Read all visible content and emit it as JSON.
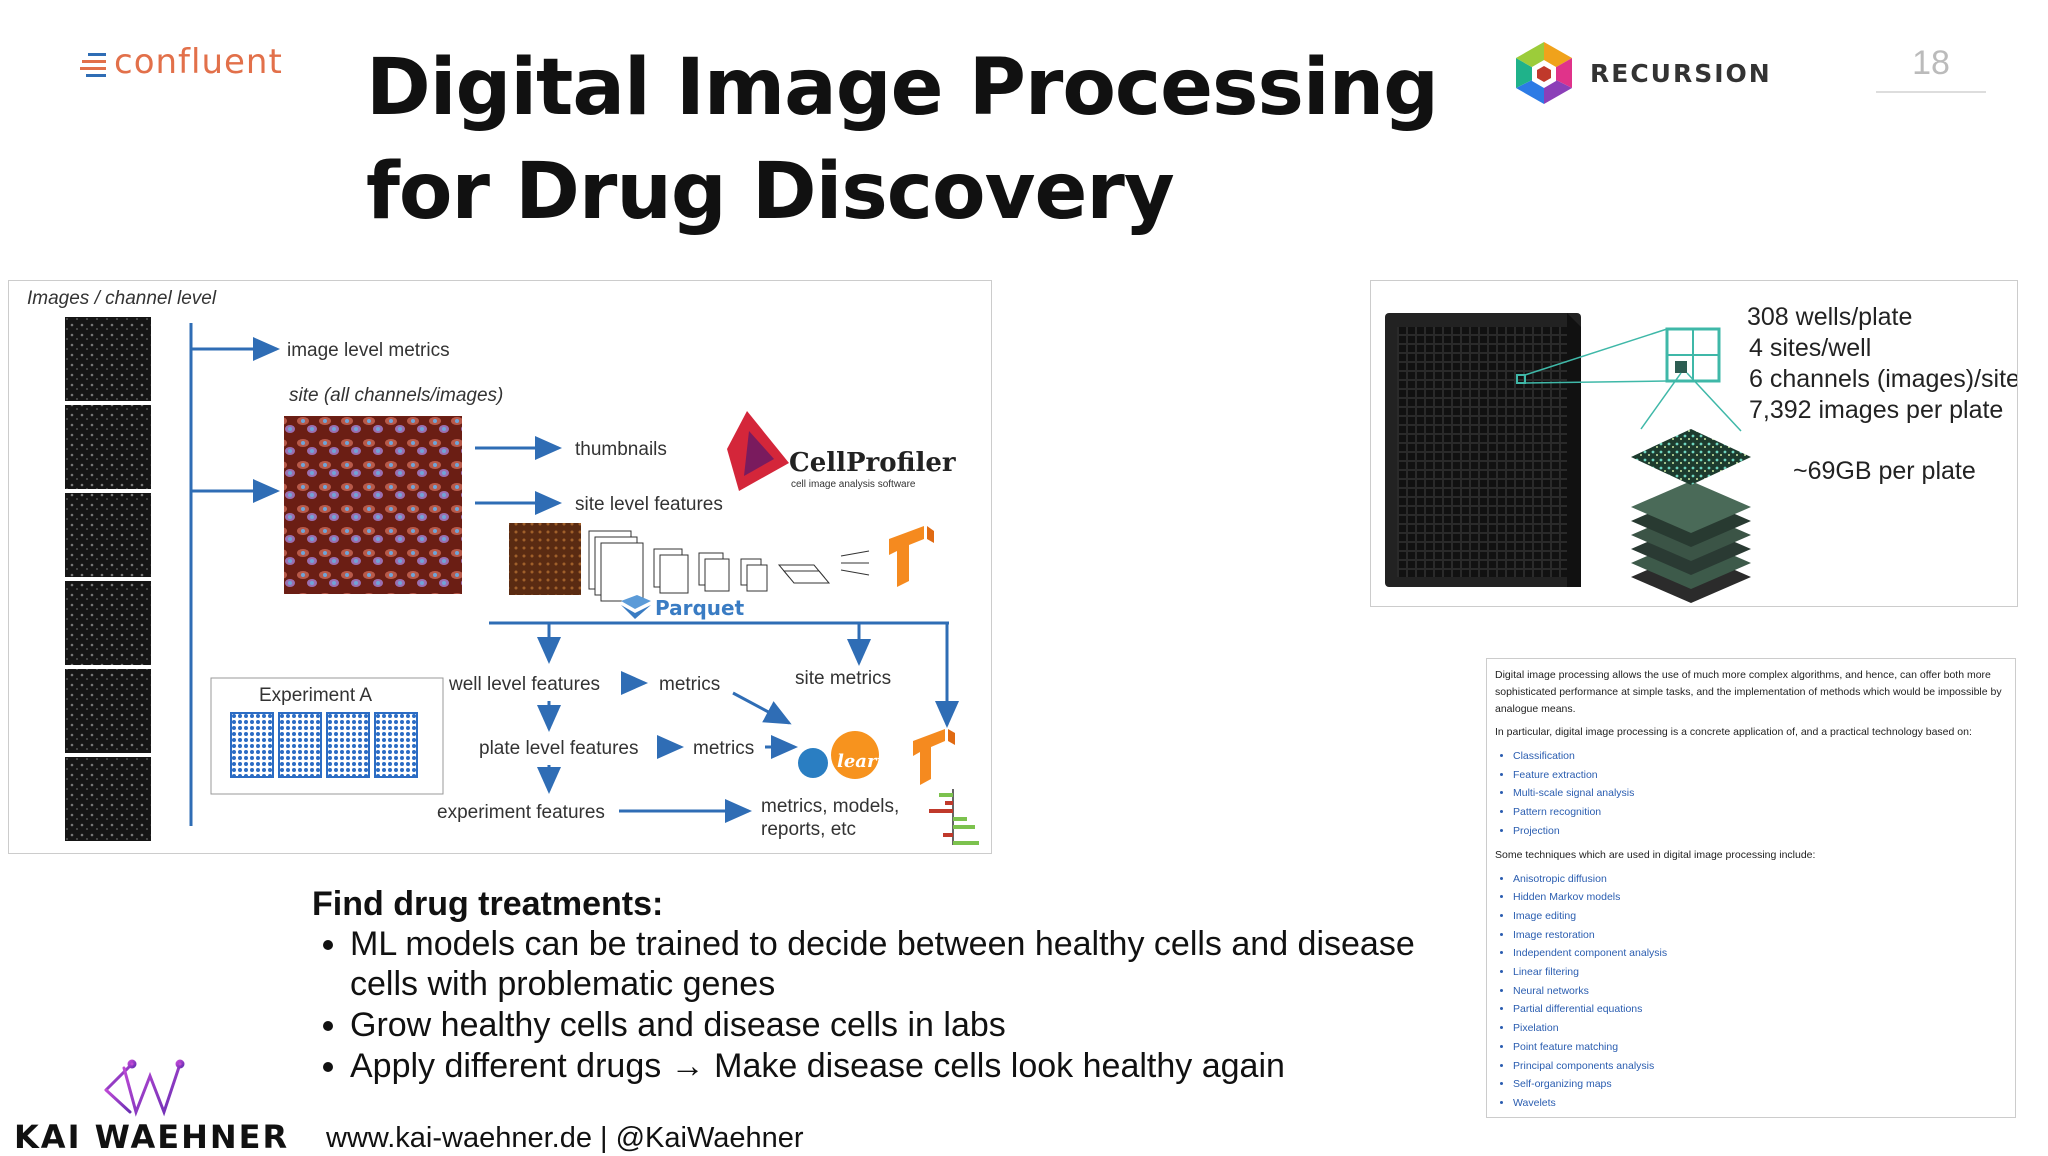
{
  "header": {
    "confluent_logo": "confluent",
    "title_line1": "Digital Image Processing",
    "title_line2": "for Drug Discovery",
    "recursion_logo": "RECURSION",
    "page_number": "18"
  },
  "pipeline_figure": {
    "channel_label": "Images / channel level",
    "image_level_metrics": "image level metrics",
    "site_label": "site (all channels/images)",
    "thumbnails": "thumbnails",
    "site_level_features": "site level features",
    "cellprofiler": "CellProfiler",
    "cellprofiler_sub": "cell image analysis software",
    "parquet": "Parquet",
    "experiment_a": "Experiment A",
    "well_level_features": "well level features",
    "metrics1": "metrics",
    "site_metrics": "site metrics",
    "plate_level_features": "plate level features",
    "metrics2": "metrics",
    "experiment_features": "experiment features",
    "metrics_models_1": "metrics, models,",
    "metrics_models_2": "reports, etc",
    "sklearn": "learn",
    "tensorflow_icon": "tensorflow-icon"
  },
  "plate_figure": {
    "wells": "308 wells/plate",
    "sites": "4 sites/well",
    "channels": "6 channels (images)/site",
    "images": "7,392 images per plate",
    "size": "~69GB per plate"
  },
  "wiki": {
    "p1": "Digital image processing allows the use of much more complex algorithms, and hence, can offer both more sophisticated performance at simple tasks, and the implementation of methods which would be impossible by analogue means.",
    "p2": "In particular, digital image processing is a concrete application of, and a practical technology based on:",
    "list1": [
      "Classification",
      "Feature extraction",
      "Multi-scale signal analysis",
      "Pattern recognition",
      "Projection"
    ],
    "p3": "Some techniques which are used in digital image processing include:",
    "list2": [
      "Anisotropic diffusion",
      "Hidden Markov models",
      "Image editing",
      "Image restoration",
      "Independent component analysis",
      "Linear filtering",
      "Neural networks",
      "Partial differential equations",
      "Pixelation",
      "Point feature matching",
      "Principal components analysis",
      "Self-organizing maps",
      "Wavelets"
    ]
  },
  "bullets": {
    "heading": "Find drug treatments:",
    "items": [
      "ML models can be trained to decide between healthy cells and disease cells with problematic genes",
      "Grow healthy cells and disease cells in labs",
      "Apply different drugs → Make disease cells look healthy again"
    ]
  },
  "footer": {
    "author": "KAI WAEHNER",
    "url": "www.kai-waehner.de | @KaiWaehner"
  },
  "colors": {
    "arrow": "#2f6db5",
    "confluent": "#e2704a",
    "wiki_link": "#2a5db0"
  }
}
